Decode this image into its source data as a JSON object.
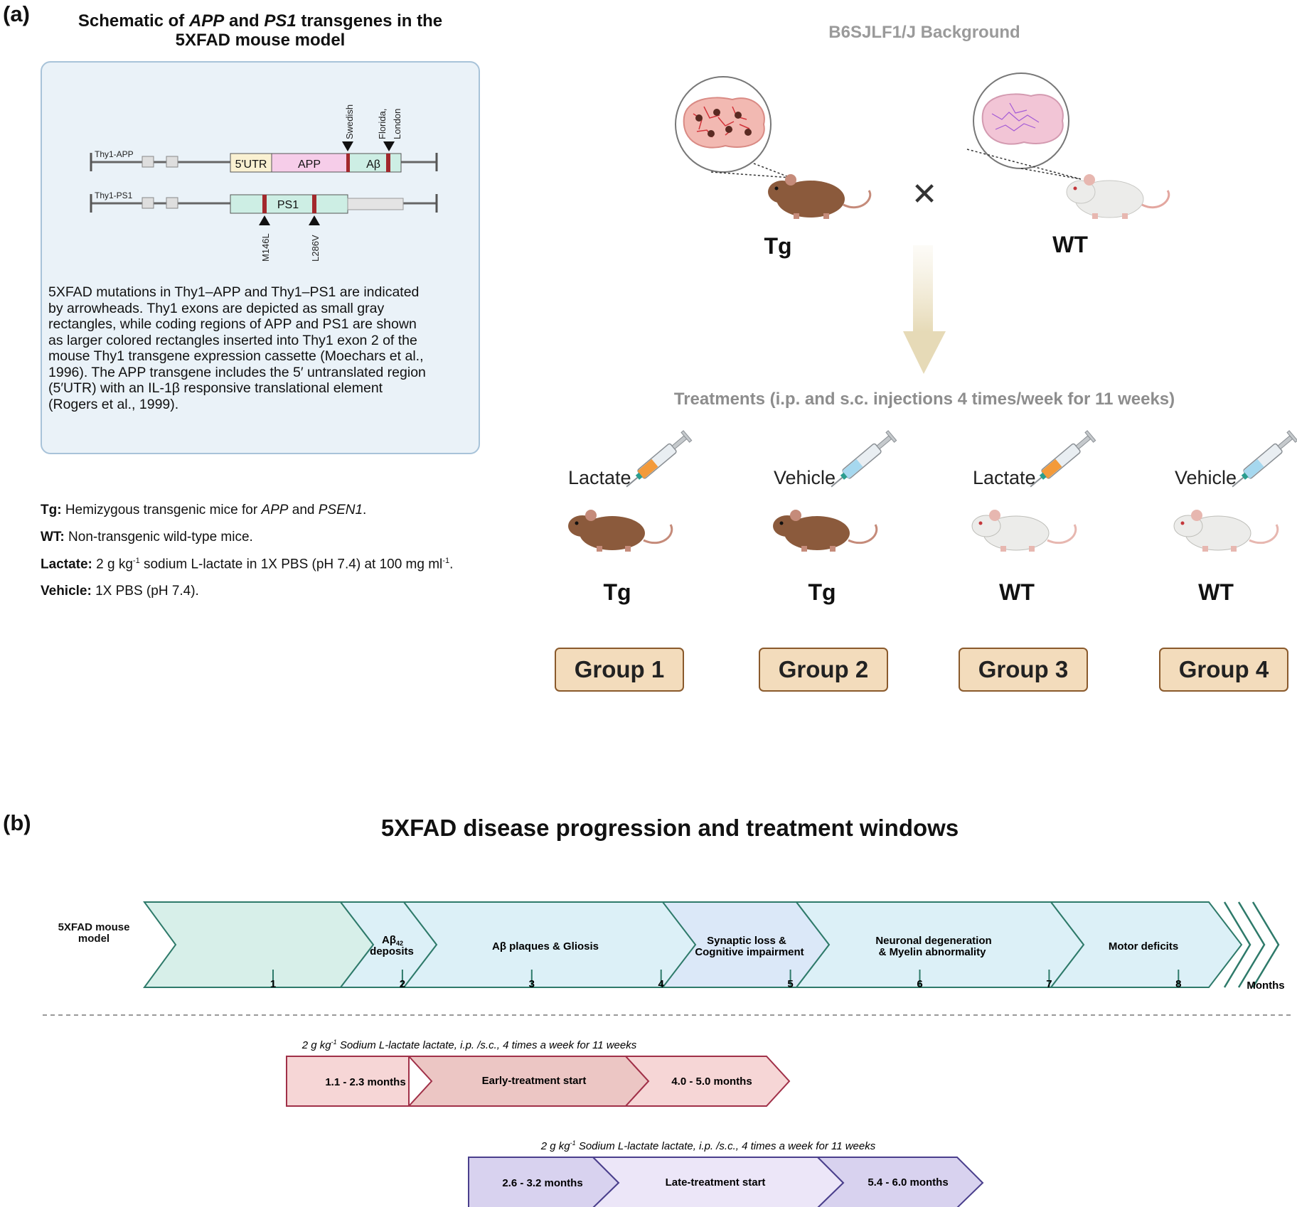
{
  "panel_a": {
    "label": "(a)",
    "schematic": {
      "title_pre": "Schematic of ",
      "title_app": "APP",
      "title_and": " and ",
      "title_ps1": "PS1",
      "title_post": " transgenes in the",
      "title_line2": "5XFAD mouse model",
      "thy1_app": "Thy1-APP",
      "thy1_ps1": "Thy1-PS1",
      "utr": "5'UTR",
      "app": "APP",
      "abeta": "Aβ",
      "ps1": "PS1",
      "mut_swedish": "Swedish",
      "mut_florida_1": "Florida,",
      "mut_florida_2": "London",
      "mut_m146l": "M146L",
      "mut_l286v": "L286V",
      "description": [
        "5XFAD mutations in Thy1–APP and Thy1–PS1 are indicated",
        "by arrowheads. Thy1 exons are depicted as small gray",
        "rectangles, while coding regions of APP and PS1 are shown",
        "as larger colored rectangles inserted into Thy1 exon 2 of the",
        "mouse Thy1 transgene expression cassette (Moechars et al.,",
        "1996). The APP transgene includes the 5′ untranslated region",
        "(5′UTR) with an IL-1β responsive translational element",
        "(Rogers et al., 1999)."
      ]
    },
    "legend": {
      "tg_key": "Tg:",
      "tg_text_1": " Hemizygous transgenic mice for ",
      "tg_app": "APP",
      "tg_and": " and ",
      "tg_psen1": "PSEN1",
      "tg_end": ".",
      "wt_key": "WT:",
      "wt_text": " Non-transgenic wild-type mice.",
      "lactate_key": "Lactate:",
      "lactate_text_1": " 2 g kg",
      "lactate_sup1": "-1",
      "lactate_text_2": " sodium L-lactate in 1X PBS (pH 7.4) at 100 mg ml",
      "lactate_sup2": "-1",
      "lactate_end": ".",
      "vehicle_key": "Vehicle:",
      "vehicle_text": " 1X PBS (pH 7.4)."
    },
    "breeding": {
      "background": "B6SJLF1/J Background",
      "cross_symbol": "✕",
      "parent_left": "Tg",
      "parent_right": "WT",
      "treatments": "Treatments (i.p. and s.c. injections 4 times/week for 11 weeks)"
    },
    "groups": [
      {
        "treatment": "Lactate",
        "genotype": "Tg",
        "label": "Group 1"
      },
      {
        "treatment": "Vehicle",
        "genotype": "Tg",
        "label": "Group 2"
      },
      {
        "treatment": "Lactate",
        "genotype": "WT",
        "label": "Group 3"
      },
      {
        "treatment": "Vehicle",
        "genotype": "WT",
        "label": "Group 4"
      }
    ]
  },
  "panel_b": {
    "label": "(b)",
    "title": "5XFAD disease progression and treatment windows",
    "row_label_1": "5XFAD mouse",
    "row_label_2": "model",
    "stages": {
      "abeta42_a": "Aβ",
      "abeta42_sub": "42",
      "abeta42_b": "deposits",
      "plaques": "Aβ plaques & Gliosis",
      "synaptic_1": "Synaptic loss &",
      "synaptic_2": "Cognitive impairment",
      "neuronal_1": "Neuronal degeneration",
      "neuronal_2": "& Myelin abnormality",
      "motor": "Motor deficits"
    },
    "axis_ticks": [
      "1",
      "2",
      "3",
      "4",
      "5",
      "6",
      "7",
      "8"
    ],
    "axis_unit": "Months",
    "early": {
      "caption_1": "2 g kg",
      "caption_sup": "-1",
      "caption_2": " Sodium L-lactate lactate, i.p. /s.c., 4 times a week for 11 weeks",
      "start_range": "1.1 - 2.3 months",
      "label": "Early-treatment start",
      "end_range": "4.0 - 5.0 months"
    },
    "late": {
      "caption_1": "2 g kg",
      "caption_sup": "-1",
      "caption_2": " Sodium L-lactate lactate, i.p. /s.c., 4 times a week for 11 weeks",
      "start_range": "2.6 - 3.2 months",
      "label": "Late-treatment start",
      "end_range": "5.4 - 6.0 months"
    }
  },
  "colors": {
    "teal": "#d7efe9",
    "teal_stroke": "#2e7a6a",
    "light_blue": "#dcf0f7",
    "lavender_blue": "#dbe8f8",
    "early_fill": "#f6d6d6",
    "early_mid": "#ecc6c4",
    "early_stroke": "#a03048",
    "late_fill": "#d8d2ef",
    "late_mid": "#ece6f8",
    "late_stroke": "#4a3f8c",
    "group_fill": "#f3dcbc",
    "arrow": "#efe6cc",
    "tg_mouse": "#8b5a3c",
    "wt_mouse": "#ececea"
  }
}
